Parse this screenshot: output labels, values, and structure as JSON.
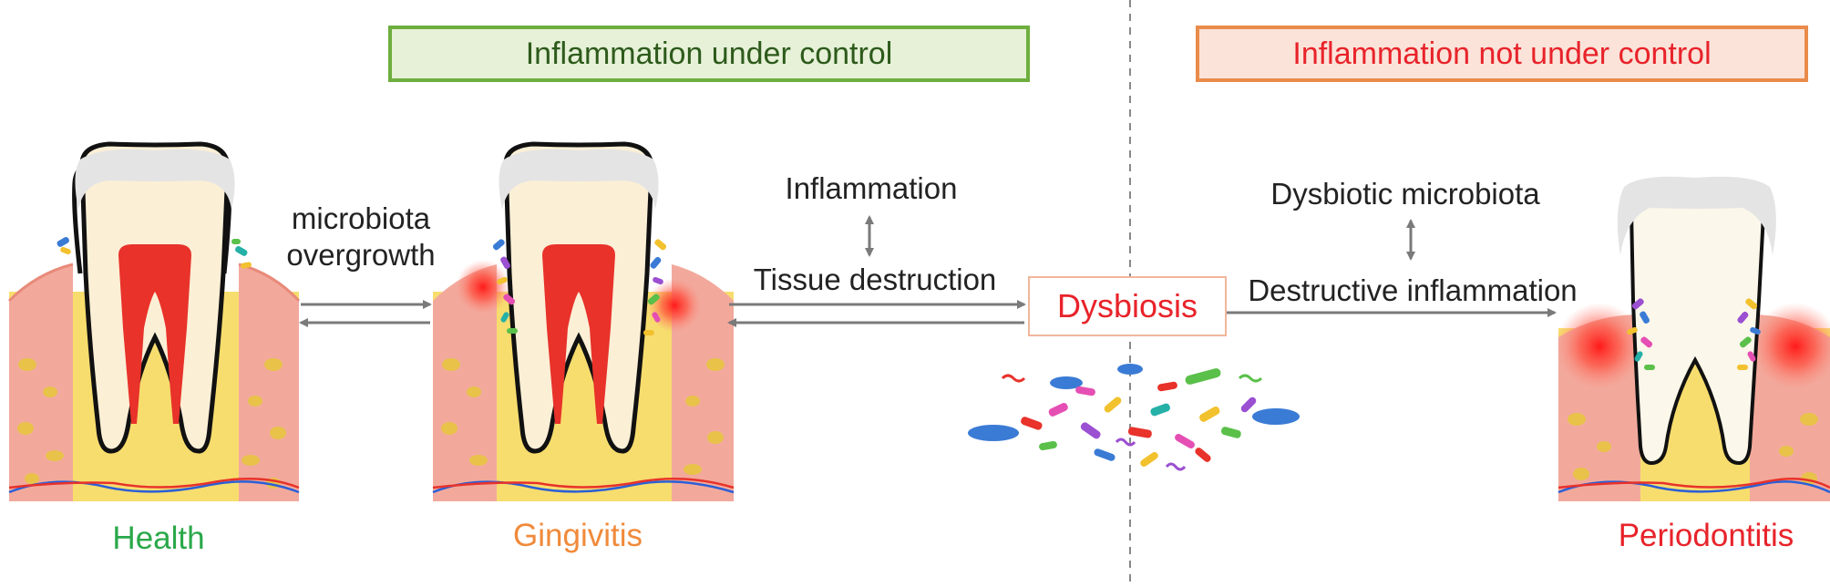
{
  "header": {
    "controlled": "Inflammation under control",
    "uncontrolled": "Inflammation not under control"
  },
  "arrows": {
    "health_gingivitis": "microbiota\novergrowth",
    "inflammation": "Inflammation",
    "tissue_destruction": "Tissue destruction",
    "dysbiotic_microbiota": "Dysbiotic microbiota",
    "destructive_inflammation": "Destructive inflammation"
  },
  "center": {
    "dysbiosis": "Dysbiosis"
  },
  "stages": {
    "health": "Health",
    "gingivitis": "Gingivitis",
    "periodontitis": "Periodontitis"
  },
  "colors": {
    "health": "#2aa84a",
    "gingivitis": "#f08a3a",
    "periodontitis": "#e8232a",
    "controlled_border": "#6eae3e",
    "controlled_fill": "#e6f1d8",
    "controlled_text": "#2d5a1b",
    "uncontrolled_border": "#e98b4a",
    "uncontrolled_fill": "#fbe3d9",
    "uncontrolled_text": "#e8232a",
    "arrow": "#7a7a7a",
    "gum": "#f2a99c",
    "bone": "#f7dd6e",
    "pulp": "#e8322a",
    "dentin": "#fbefd6"
  }
}
